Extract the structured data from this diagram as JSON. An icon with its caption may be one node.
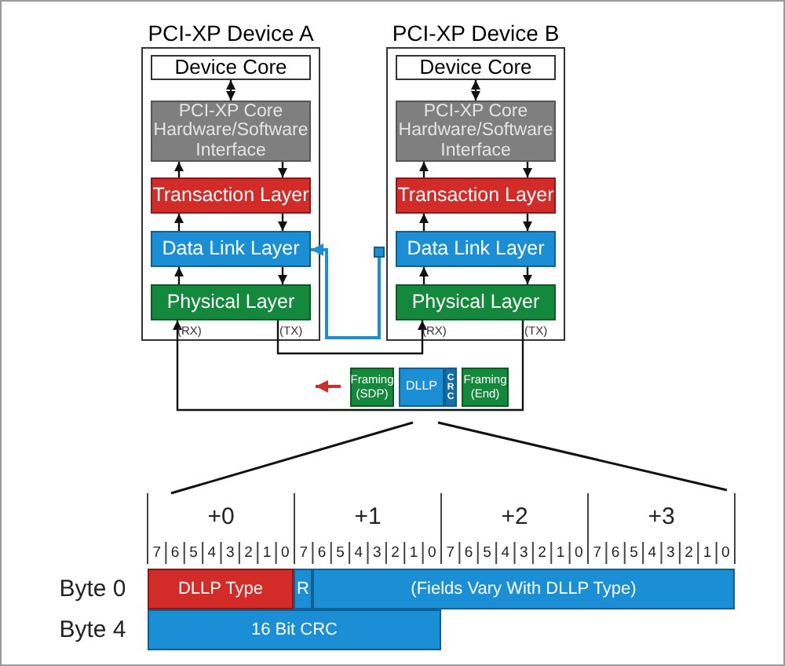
{
  "diagram": {
    "nodes": [
      {
        "text": [
          "PCI-XP Device A"
        ]
      },
      {
        "text": [
          "Device Core"
        ],
        "in": 0
      },
      {
        "text": [
          "PCI-XP Core Hardware/Software Interface"
        ],
        "in": 0
      },
      {
        "text": [
          "Transaction Layer"
        ],
        "in": 0
      },
      {
        "text": [
          "Data Link Layer"
        ],
        "in": 0
      },
      {
        "text": [
          "Physical Layer"
        ],
        "in": 0,
        "beside": [
          "(RX)",
          "(TX)"
        ]
      },
      {
        "text": [
          "PCI-XP Device B"
        ]
      },
      {
        "text": [
          "Device Core"
        ],
        "in": 6
      },
      {
        "text": [
          "PCI-XP Core Hardware/Software Interface"
        ],
        "in": 6
      },
      {
        "text": [
          "Transaction Layer"
        ],
        "in": 6
      },
      {
        "text": [
          "Data Link Layer"
        ],
        "in": 6
      },
      {
        "text": [
          "Physical Layer"
        ],
        "in": 6,
        "beside": [
          "(RX)",
          "(TX)"
        ]
      },
      {
        "text": [
          "Framing (SDP)"
        ]
      },
      {
        "text": [
          "DLLP"
        ]
      },
      {
        "text": [
          "CRC"
        ]
      },
      {
        "text": [
          "Framing (End)"
        ]
      },
      {
        "text": [
          "DLLP Type"
        ]
      },
      {
        "text": [
          "R"
        ]
      },
      {
        "text": [
          "(Fields Vary With DLLP Type)"
        ]
      },
      {
        "text": [
          "16 Bit CRC"
        ]
      },
      {
        "text": [],
        "shape": "box"
      }
    ],
    "edges": [
      {
        "from": 1,
        "to": 2,
        "arrow": "both"
      },
      {
        "from": 3,
        "to": 2,
        "arrow": "to"
      },
      {
        "from": 2,
        "to": 3,
        "arrow": "to"
      },
      {
        "from": 4,
        "to": 3,
        "arrow": "to"
      },
      {
        "from": 3,
        "to": 4,
        "arrow": "to"
      },
      {
        "from": 5,
        "to": 4,
        "arrow": "to"
      },
      {
        "from": 4,
        "to": 5,
        "arrow": "to"
      },
      {
        "from": 7,
        "to": 8,
        "arrow": "both"
      },
      {
        "from": 9,
        "to": 8,
        "arrow": "to"
      },
      {
        "from": 8,
        "to": 9,
        "arrow": "to"
      },
      {
        "from": 10,
        "to": 9,
        "arrow": "to"
      },
      {
        "from": 9,
        "to": 10,
        "arrow": "to"
      },
      {
        "from": 11,
        "to": 10,
        "arrow": "to"
      },
      {
        "from": 10,
        "to": 11,
        "arrow": "to"
      },
      {
        "from": 5,
        "to": 11,
        "arrow": "to"
      },
      {
        "from": 11,
        "to": 5,
        "arrow": "to"
      },
      {
        "from": 20,
        "to": 4,
        "arrow": "to",
        "color": "#1b8fd6"
      }
    ],
    "labels": [
      "+0",
      "+1",
      "+2",
      "+3",
      "7",
      "6",
      "5",
      "4",
      "3",
      "2",
      "1",
      "0",
      "7",
      "6",
      "5",
      "4",
      "3",
      "2",
      "1",
      "0",
      "7",
      "6",
      "5",
      "4",
      "3",
      "2",
      "1",
      "0",
      "7",
      "6",
      "5",
      "4",
      "3",
      "2",
      "1",
      "0",
      "Byte 0",
      "Byte 4"
    ]
  }
}
